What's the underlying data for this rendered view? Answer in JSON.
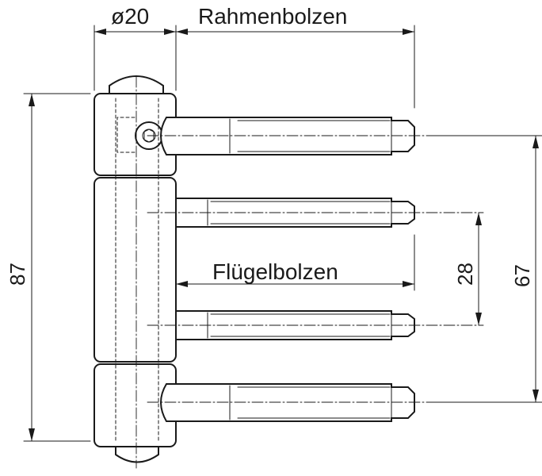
{
  "labels": {
    "diameter": "ø20",
    "frame_bolts": "Rahmenbolzen",
    "leaf_bolts": "Flügelbolzen"
  },
  "dimensions": {
    "overall_height": "87",
    "inner_spacing": "28",
    "outer_spacing": "67"
  }
}
